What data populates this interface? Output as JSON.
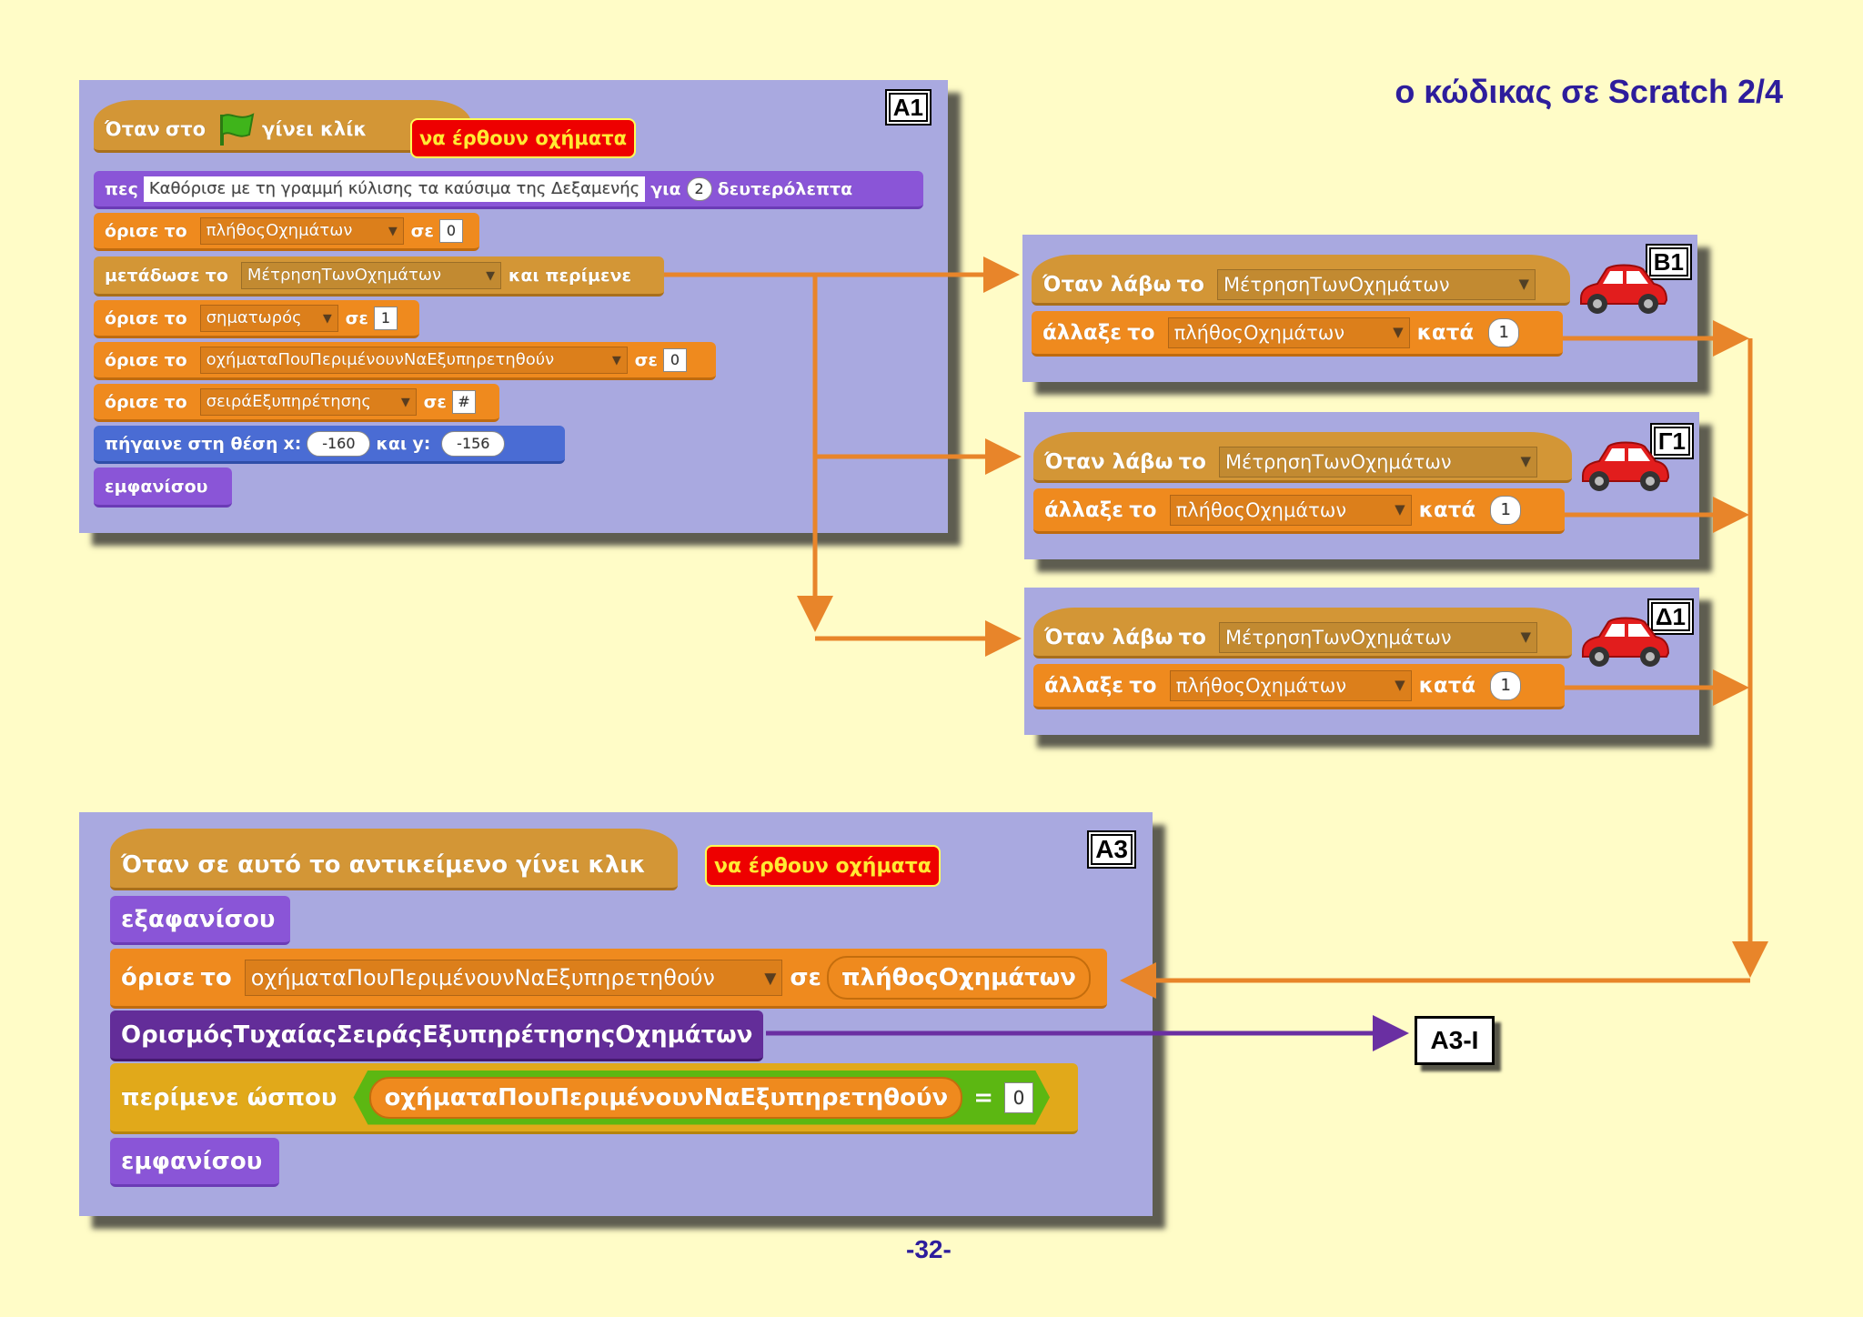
{
  "page": {
    "title": "ο κώδικας σε Scratch  2/4",
    "number": "-32-"
  },
  "a1": {
    "label": "A1",
    "hat_when": "Όταν",
    "hat_in": "στο",
    "hat_clicked": "γίνει κλίκ",
    "badge": "να έρθουν οχήματα",
    "say": "πες",
    "say_text": "Καθόρισε με τη γραμμή κύλισης τα καύσιμα της Δεξαμενής",
    "say_for": "για",
    "say_secs": "2",
    "say_unit": "δευτερόλεπτα",
    "set": "όρισε",
    "to": "το",
    "as": "σε",
    "var1": "πλήθοςΟχημάτων",
    "val1": "0",
    "broadcast": "μετάδωσε",
    "broadcast_msg": "ΜέτρησηΤωνΟχημάτων",
    "broadcast_wait": "και περίμενε",
    "var2": "σηματωρός",
    "val2": "1",
    "var3": "οχήματαΠουΠεριμένουνΝαΕξυπηρετηθούν",
    "val3": "0",
    "var4": "σειράΕξυπηρέτησης",
    "val4": "#",
    "goto": "πήγαινε",
    "goto_pos": "στη θέση",
    "goto_x": "x:",
    "x_val": "-160",
    "goto_and": "και",
    "goto_y": "y:",
    "y_val": "-156",
    "show": "εμφανίσου"
  },
  "receivers": [
    {
      "label": "B1",
      "when": "Όταν λάβω",
      "to": "το",
      "msg": "ΜέτρησηΤωνΟχημάτων",
      "change": "άλλαξε",
      "var": "πλήθοςΟχημάτων",
      "by": "κατά",
      "val": "1",
      "car": "red-car-icon"
    },
    {
      "label": "Γ1",
      "when": "Όταν λάβω",
      "to": "το",
      "msg": "ΜέτρησηΤωνΟχημάτων",
      "change": "άλλαξε",
      "var": "πλήθοςΟχημάτων",
      "by": "κατά",
      "val": "1",
      "car": "red-car-icon"
    },
    {
      "label": "Δ1",
      "when": "Όταν λάβω",
      "to": "το",
      "msg": "ΜέτρησηΤωνΟχημάτων",
      "change": "άλλαξε",
      "var": "πλήθοςΟχημάτων",
      "by": "κατά",
      "val": "1",
      "car": "red-car-icon"
    }
  ],
  "a3": {
    "label": "A3",
    "hat": "Όταν σε αυτό το αντικείμενο γίνει κλικ",
    "badge": "να έρθουν οχήματα",
    "hide": "εξαφανίσου",
    "set": "όρισε",
    "to": "το",
    "var": "οχήματαΠουΠεριμένουνΝαΕξυπηρετηθούν",
    "as": "σε",
    "reporter": "πλήθοςΟχημάτων",
    "custom": "ΟρισμόςΤυχαίαςΣειράςΕξυπηρέτησηςΟχημάτων",
    "wait": "περίμενε ώσπου",
    "cond_var": "οχήματαΠουΠεριμένουνΝαΕξυπηρετηθούν",
    "eq": "=",
    "cond_val": "0",
    "show": "εμφανίσου",
    "ext_label": "A3-I"
  },
  "colors": {
    "background": "#fffcc7",
    "panel": "#a9a9e0",
    "arrow_orange": "#e8852a",
    "arrow_purple": "#6a2fa2"
  }
}
